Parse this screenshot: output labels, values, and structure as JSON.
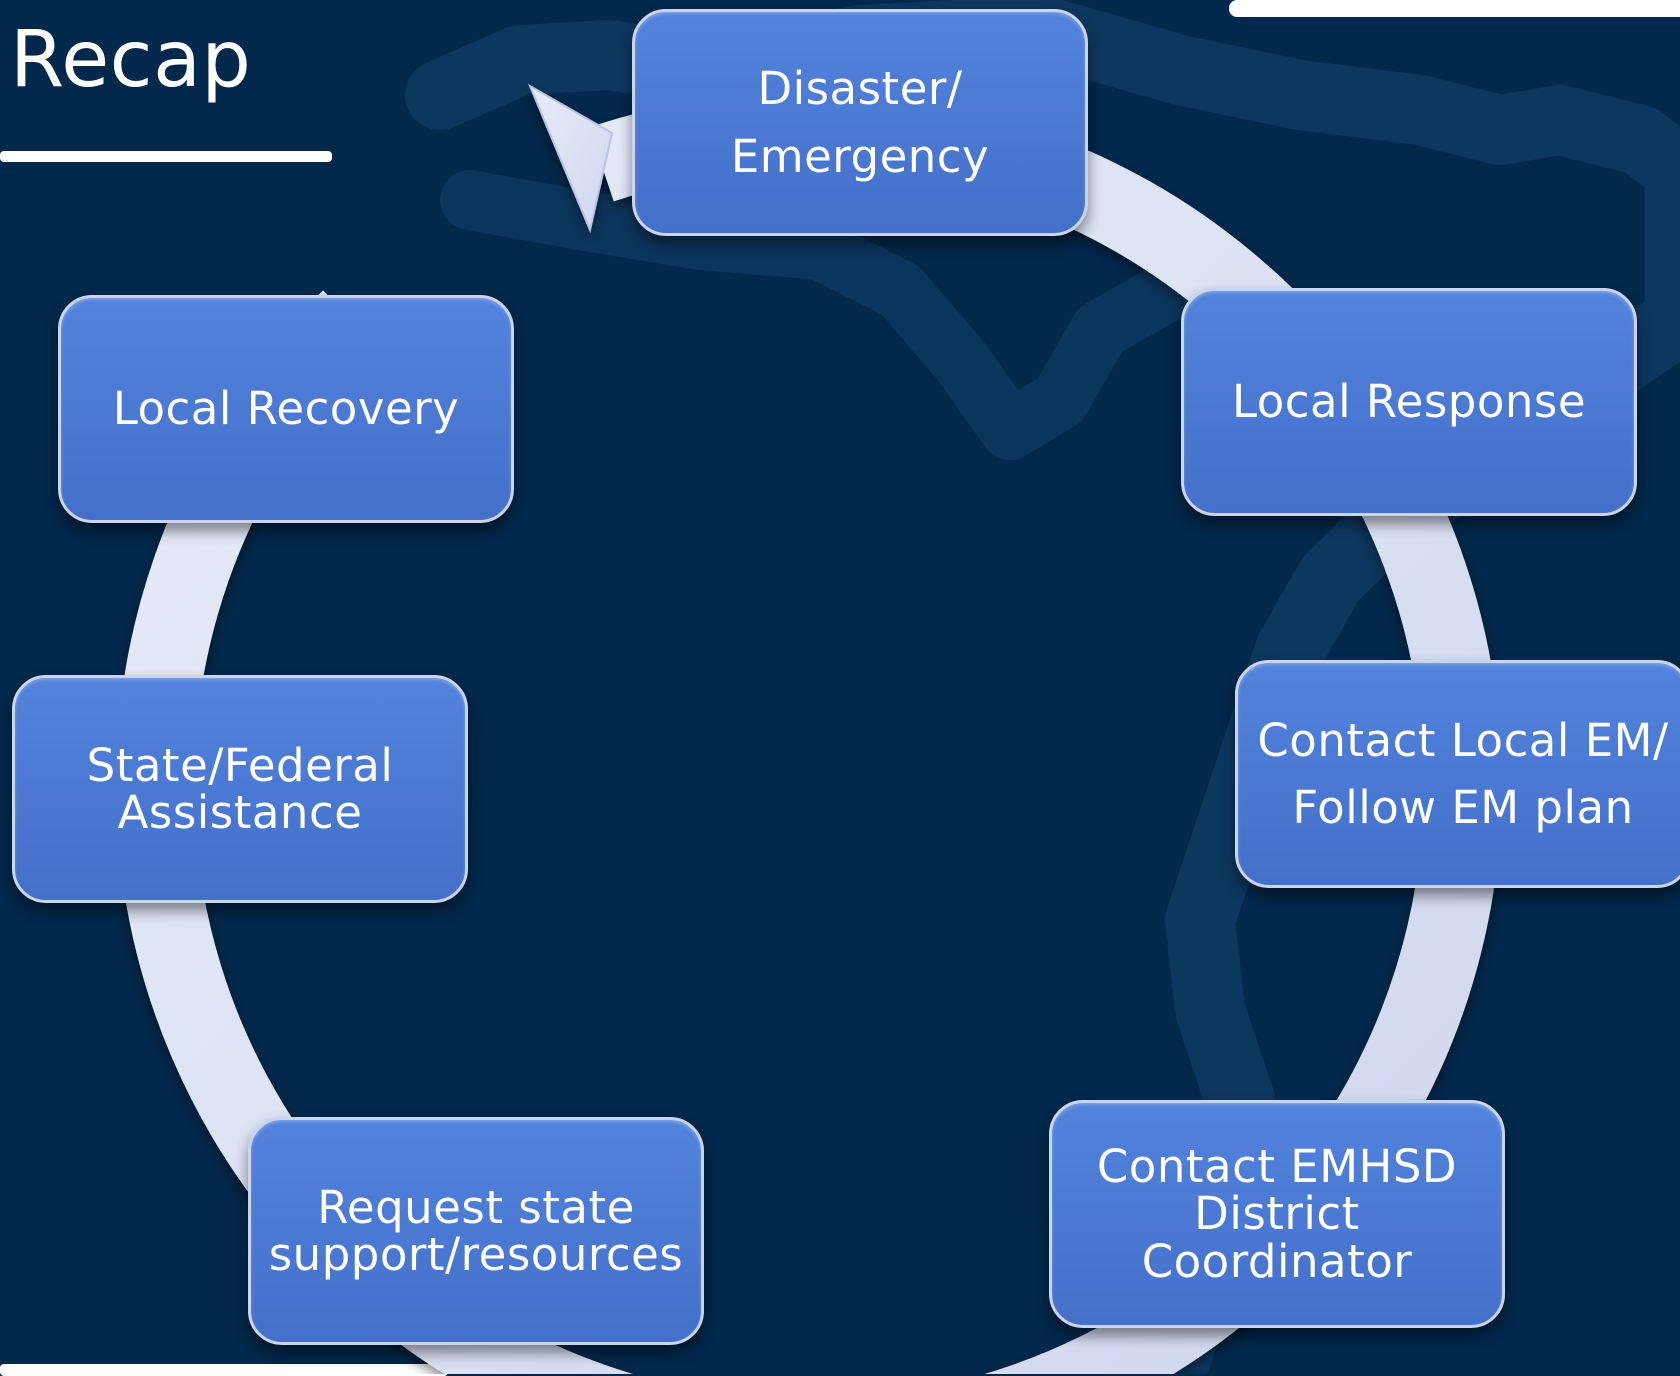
{
  "slide": {
    "title": "Recap",
    "colors": {
      "background": "#02284b",
      "box_fill": "#4a78d2",
      "box_border": "#c9d4ee",
      "ring": "#dfe5f6",
      "text": "#ffffff"
    }
  },
  "cycle": {
    "steps": [
      {
        "id": "disaster",
        "label": "Disaster/\nEmergency"
      },
      {
        "id": "response",
        "label": "Local Response"
      },
      {
        "id": "contact-em",
        "label": "Contact Local EM/\nFollow EM plan"
      },
      {
        "id": "district",
        "label": "Contact EMHSD\nDistrict\nCoordinator"
      },
      {
        "id": "request",
        "label": "Request state\nsupport/resources"
      },
      {
        "id": "assist",
        "label": "State/Federal\nAssistance"
      },
      {
        "id": "recovery",
        "label": "Local Recovery"
      }
    ],
    "flow_direction": "clockwise",
    "arrow_target": "disaster"
  }
}
